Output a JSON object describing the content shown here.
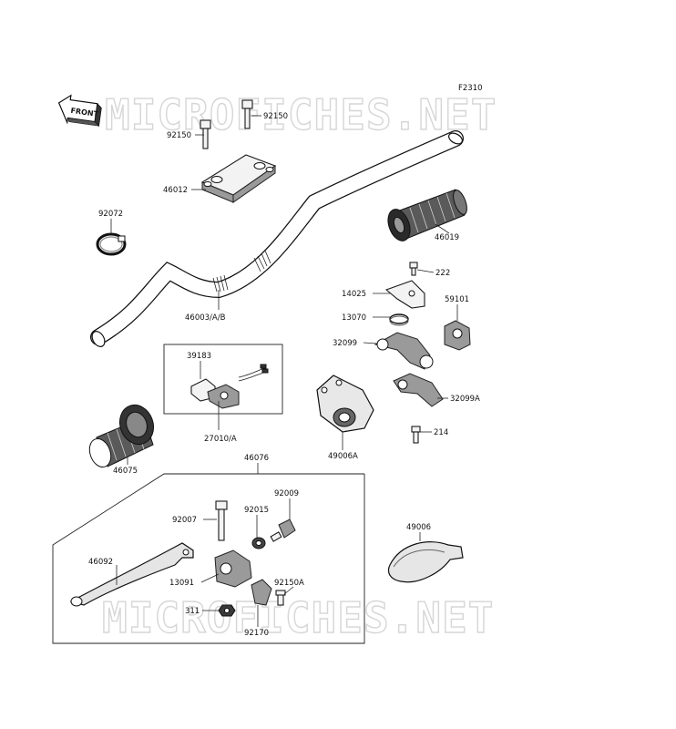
{
  "diagram": {
    "figure_code": "F2310",
    "front_label": "FRONT",
    "watermark": "MICROFICHES.NET",
    "parts": [
      {
        "id": "92150_top",
        "label": "92150"
      },
      {
        "id": "92150_left",
        "label": "92150"
      },
      {
        "id": "46012",
        "label": "46012"
      },
      {
        "id": "92072",
        "label": "92072"
      },
      {
        "id": "46003",
        "label": "46003/A/B"
      },
      {
        "id": "46019",
        "label": "46019"
      },
      {
        "id": "222",
        "label": "222"
      },
      {
        "id": "14025",
        "label": "14025"
      },
      {
        "id": "59101",
        "label": "59101"
      },
      {
        "id": "13070",
        "label": "13070"
      },
      {
        "id": "32099",
        "label": "32099"
      },
      {
        "id": "39183",
        "label": "39183"
      },
      {
        "id": "32099A",
        "label": "32099A"
      },
      {
        "id": "27010",
        "label": "27010/A"
      },
      {
        "id": "214",
        "label": "214"
      },
      {
        "id": "49006A",
        "label": "49006A"
      },
      {
        "id": "46075",
        "label": "46075"
      },
      {
        "id": "46076",
        "label": "46076"
      },
      {
        "id": "92009",
        "label": "92009"
      },
      {
        "id": "92007",
        "label": "92007"
      },
      {
        "id": "92015",
        "label": "92015"
      },
      {
        "id": "49006",
        "label": "49006"
      },
      {
        "id": "46092",
        "label": "46092"
      },
      {
        "id": "13091",
        "label": "13091"
      },
      {
        "id": "92150A",
        "label": "92150A"
      },
      {
        "id": "311",
        "label": "311"
      },
      {
        "id": "92170",
        "label": "92170"
      }
    ]
  }
}
